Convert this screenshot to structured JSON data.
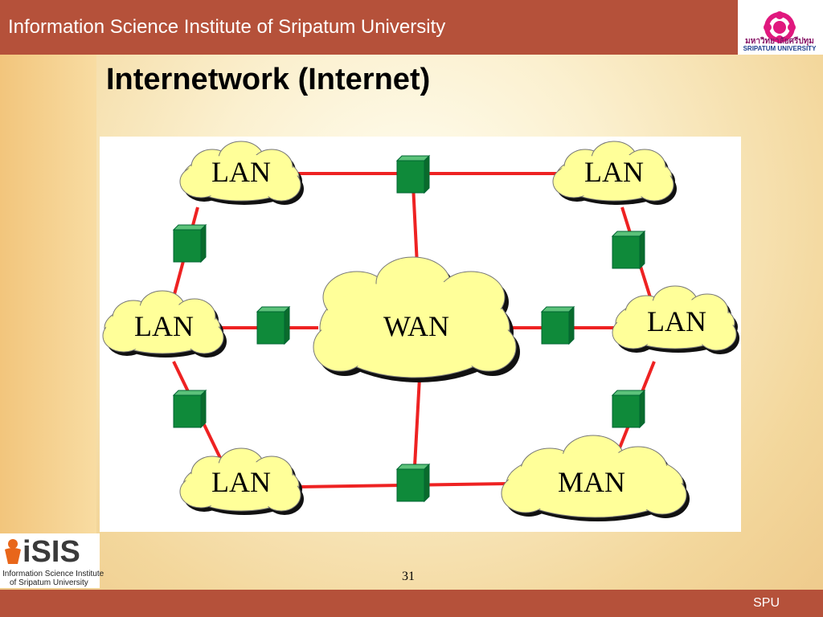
{
  "header": {
    "title": "Information Science Institute of Sripatum University",
    "logo": {
      "thai_text": "มหาวิทยาลัยศรีปทุม",
      "english_text": "SRIPATUM UNIVERSITY",
      "icon": "sripatum-emblem-icon"
    }
  },
  "slide": {
    "title": "Internetwork (Internet)",
    "page_number": "31"
  },
  "diagram": {
    "nodes": [
      {
        "id": "lan_top_left",
        "label": "LAN"
      },
      {
        "id": "lan_top_right",
        "label": "LAN"
      },
      {
        "id": "lan_mid_left",
        "label": "LAN"
      },
      {
        "id": "wan_center",
        "label": "WAN"
      },
      {
        "id": "lan_mid_right",
        "label": "LAN"
      },
      {
        "id": "lan_bottom_left",
        "label": "LAN"
      },
      {
        "id": "man_bottom_right",
        "label": "MAN"
      }
    ],
    "router_icon": "router-box-icon",
    "colors": {
      "cloud_fill": "#ffff99",
      "cloud_shadow": "#111111",
      "link": "#ee2222",
      "router": "#0f8a3a"
    }
  },
  "footer": {
    "label": "SPU",
    "logo": {
      "wordmark": "iSIS",
      "line1": "Information Science Institute",
      "line2": "of Sripatum University"
    }
  },
  "colors": {
    "bar": "#b5513a",
    "background": "#f8e4b4"
  }
}
